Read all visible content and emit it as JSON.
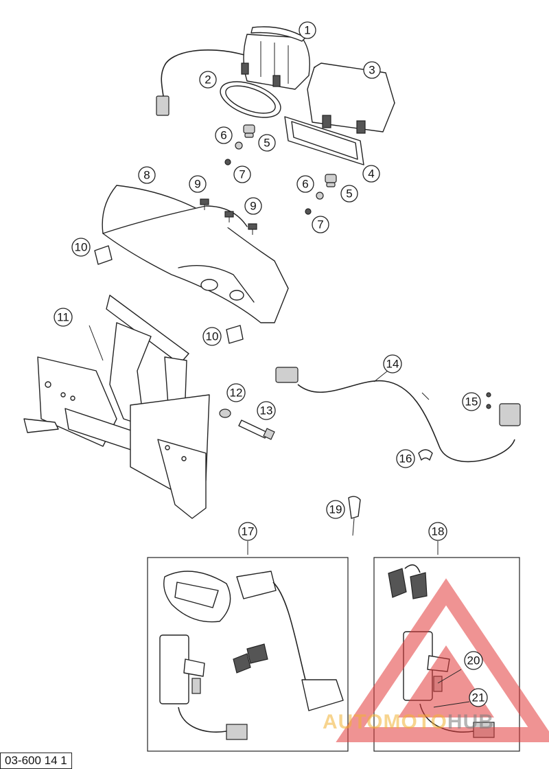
{
  "document": {
    "number": "03-600 14 1"
  },
  "callouts": [
    "1",
    "2",
    "3",
    "4",
    "5",
    "5",
    "6",
    "6",
    "7",
    "7",
    "8",
    "9",
    "9",
    "10",
    "10",
    "11",
    "12",
    "13",
    "14",
    "15",
    "16",
    "17",
    "18",
    "19",
    "20",
    "21"
  ],
  "watermark": {
    "part1": "AUTOMOTO",
    "part2": "HUB",
    "colors": {
      "triangle": "#e23b3b",
      "text_primary": "#f2b233",
      "text_secondary": "#7a7a7a"
    }
  }
}
